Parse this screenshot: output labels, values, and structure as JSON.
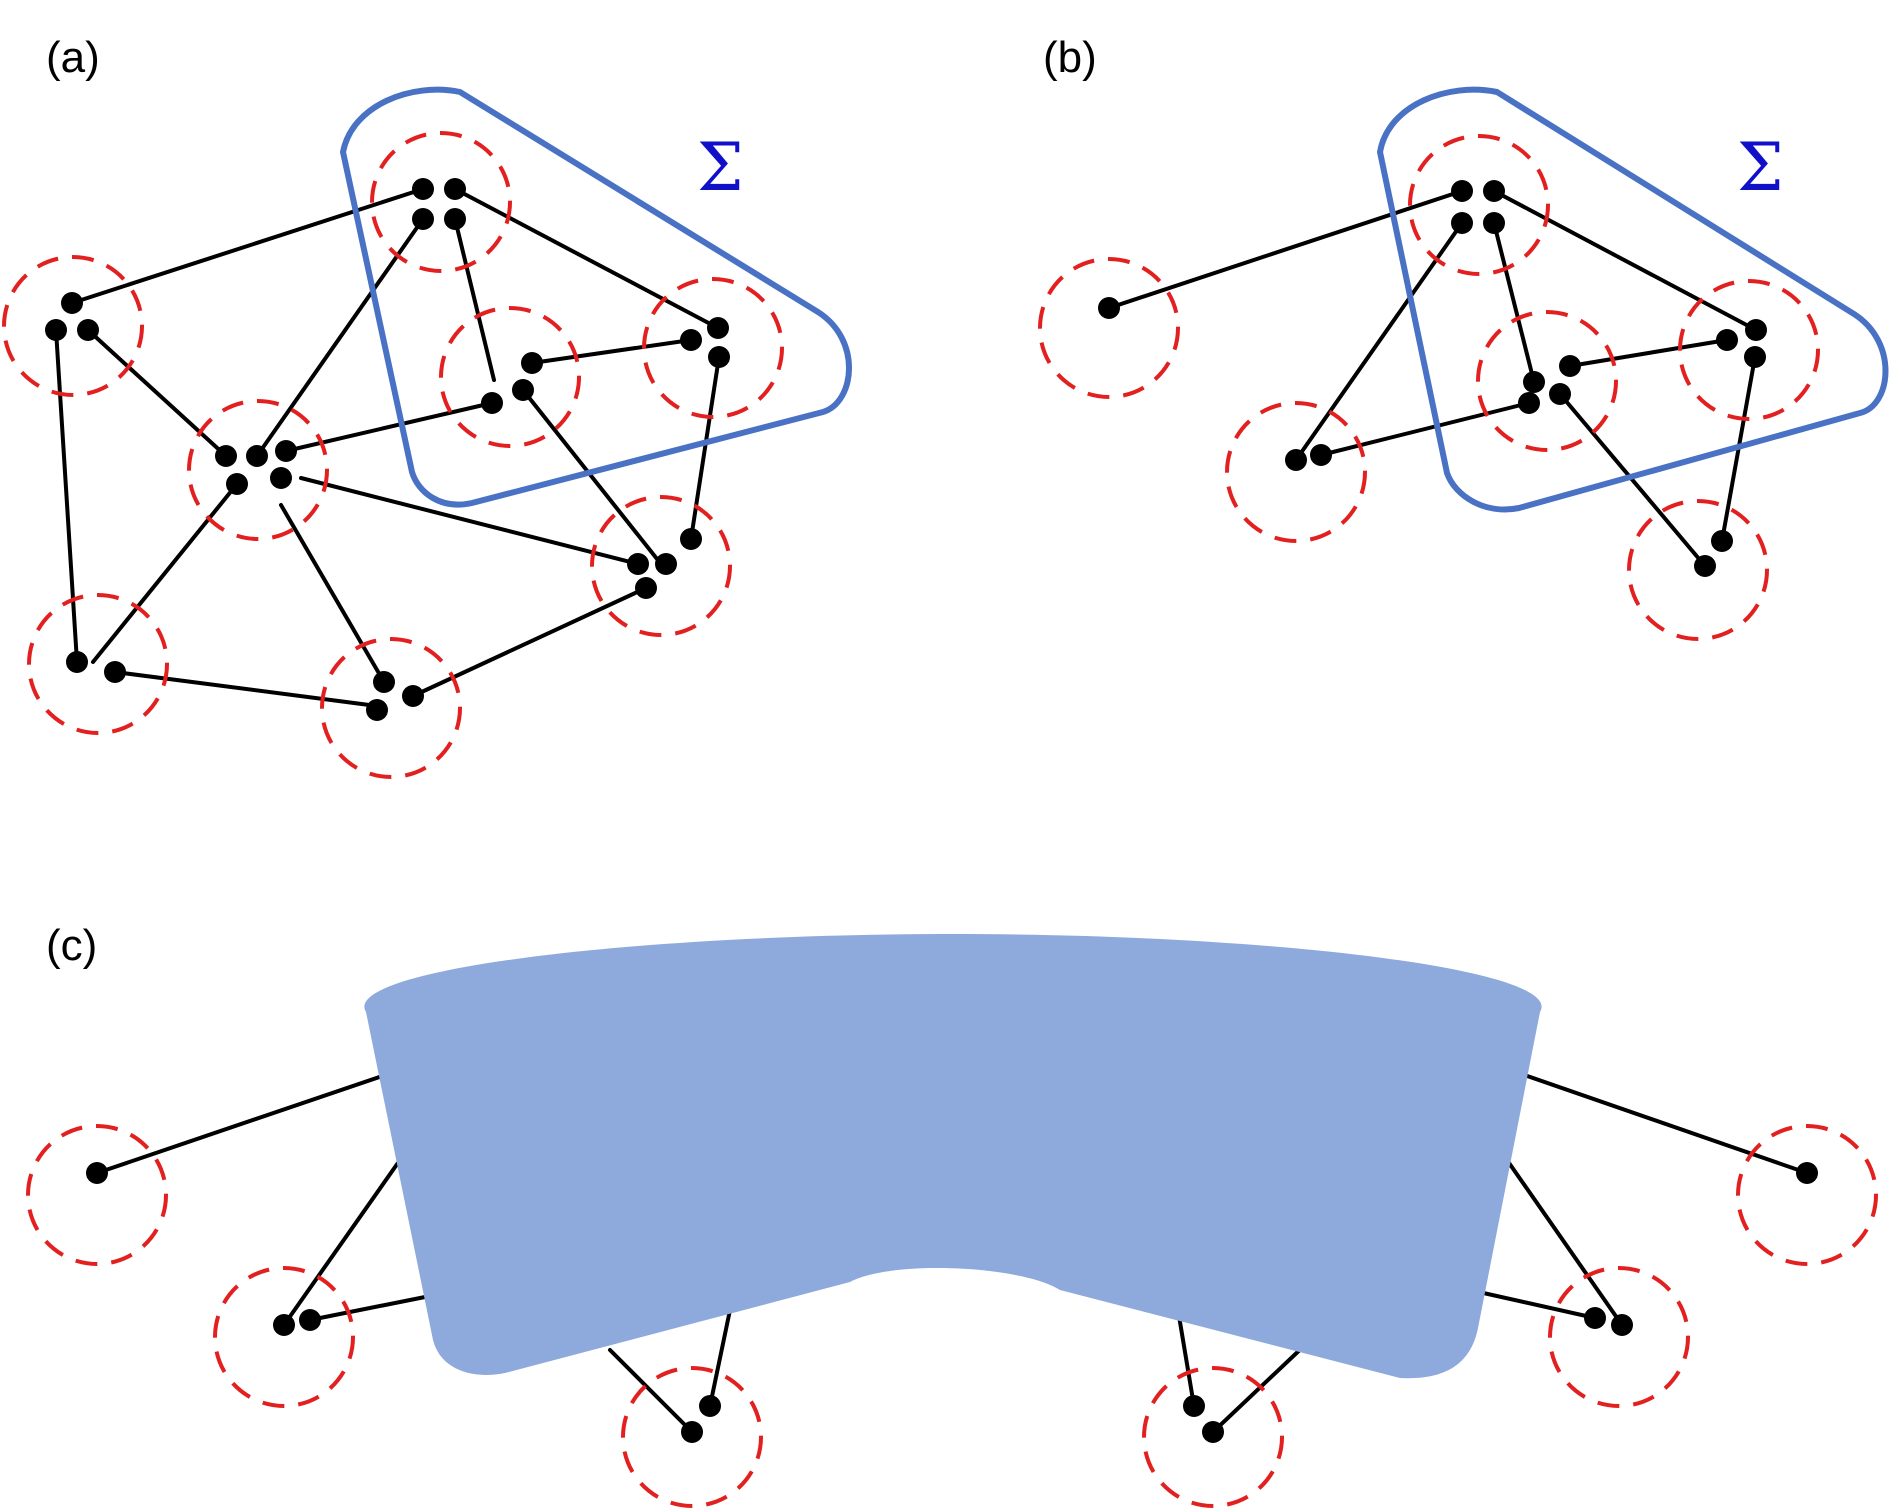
{
  "panels": [
    {
      "id": "a",
      "label": "(a)"
    },
    {
      "id": "b",
      "label": "(b)"
    },
    {
      "id": "c",
      "label": "(c)"
    }
  ],
  "sigma_label": "Σ",
  "colors": {
    "ring": "#e32020",
    "sigma_boundary": "#4a72c4",
    "sigma_text": "#1010c8",
    "collapsed_region": "#8eaadc",
    "node": "#000000",
    "edge": "#000000"
  }
}
